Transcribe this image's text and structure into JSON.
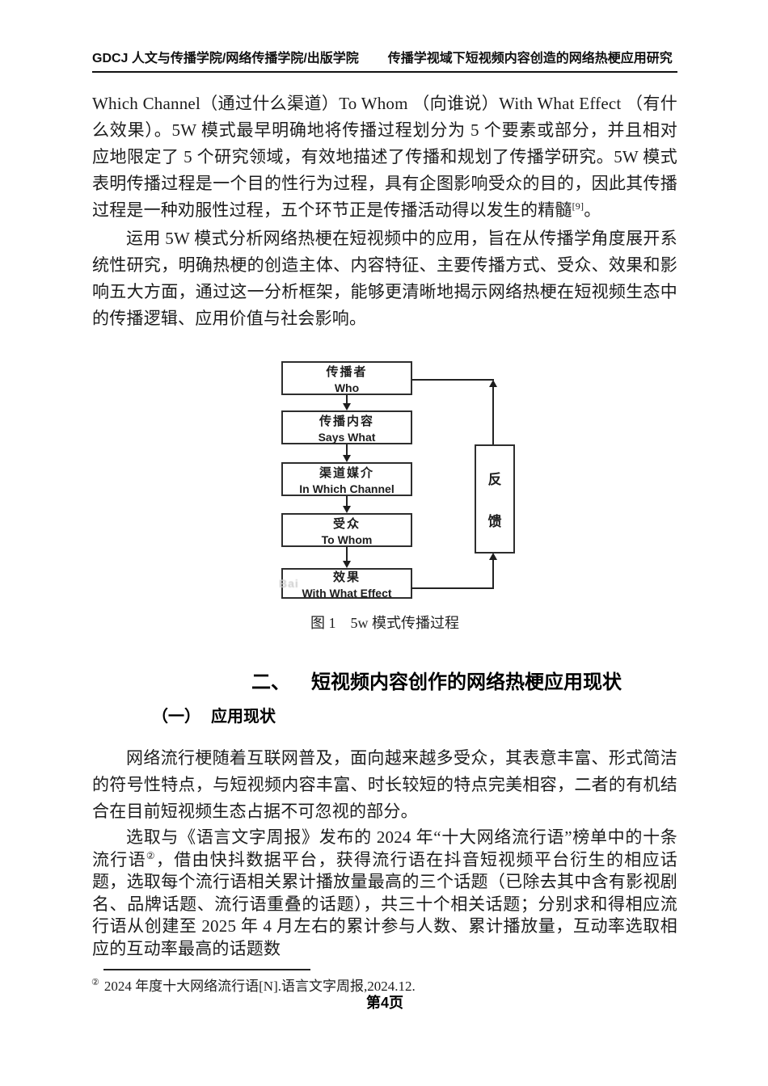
{
  "header": {
    "left": "GDCJ 人文与传播学院/网络传播学院/出版学院",
    "right": "传播学视域下短视频内容创造的网络热梗应用研究"
  },
  "paragraphs": {
    "p1": {
      "pre": "Which Channel（通过什么渠道）To Whom （向谁说）With What Effect （有什么效果）。5W 模式最早明确地将传播过程划分为 5 个要素或部分，并且相对应地限定了 5 个研究领域，有效地描述了传播和规划了传播学研究。5W 模式表明传播过程是一个目的性行为过程，具有企图影响受众的目的，因此其传播过程是一种劝服性过程，五个环节正是传播活动得以发生的精髓",
      "sup": "[9]",
      "post": "。"
    },
    "p2": "运用 5W 模式分析网络热梗在短视频中的应用，旨在从传播学角度展开系统性研究，明确热梗的创造主体、内容特征、主要传播方式、受众、效果和影响五大方面，通过这一分析框架，能够更清晰地揭示网络热梗在短视频生态中的传播逻辑、应用价值与社会影响。",
    "p3": "网络流行梗随着互联网普及，面向越来越多受众，其表意丰富、形式简洁的符号性特点，与短视频内容丰富、时长较短的特点完美相容，二者的有机结合在目前短视频生态占据不可忽视的部分。",
    "p4": {
      "pre": "选取与《语言文字周报》发布的 2024 年“十大网络流行语”榜单中的十条流行语",
      "sup": "②",
      "post": "，借由快抖数据平台，获得流行语在抖音短视频平台衍生的相应话题，选取每个流行语相关累计播放量最高的三个话题（已除去其中含有影视剧名、品牌话题、流行语重叠的话题），共三十个相关话题；分别求和得相应流行语从创建至 2025 年 4 月左右的累计参与人数、累计播放量，互动率选取相应的互动率最高的话题数"
    }
  },
  "figure": {
    "boxes": [
      {
        "cn": "传播者",
        "en": "Who"
      },
      {
        "cn": "传播内容",
        "en": "Says What"
      },
      {
        "cn": "渠道媒介",
        "en": "In Which Channel"
      },
      {
        "cn": "受众",
        "en": "To Whom"
      },
      {
        "cn": "效果",
        "en": "With What Effect"
      }
    ],
    "feedback": {
      "char1": "反",
      "char2": "馈"
    },
    "watermark": "Bai",
    "caption": "图 1　5w 模式传播过程"
  },
  "section": {
    "number": "二、",
    "title": "短视频内容创作的网络热梗应用现状"
  },
  "subsection": {
    "number": "（一）",
    "title": "应用现状"
  },
  "footnote": {
    "marker": "②",
    "text": "2024 年度十大网络流行语[N].语言文字周报,2024.12."
  },
  "footer": {
    "page_label": "第4页"
  },
  "colors": {
    "text": "#1a1a1a",
    "line": "#232323",
    "watermark": "#cfcfcf"
  }
}
